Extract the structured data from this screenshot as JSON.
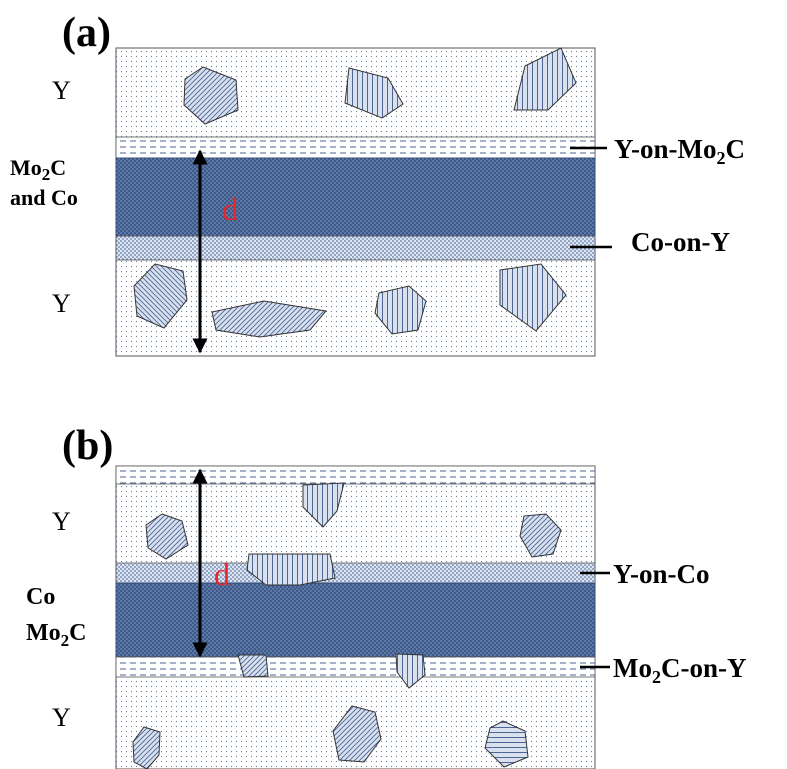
{
  "panel_a": {
    "label": "(a)",
    "y_top": "Y",
    "y_bottom": "Y",
    "mid_line1_main": "Mo",
    "mid_line1_sub": "2",
    "mid_line1_tail": "C",
    "mid_line2": "and Co",
    "d": "d",
    "callout_top_main": "Y-on-Mo",
    "callout_top_sub": "2",
    "callout_top_tail": "C",
    "callout_bottom": "Co-on-Y"
  },
  "panel_b": {
    "label": "(b)",
    "y_top": "Y",
    "y_bottom": "Y",
    "mid_line1": "Co",
    "mid_line2_main": "Mo",
    "mid_line2_sub": "2",
    "mid_line2_tail": "C",
    "d": "d",
    "callout_top": "Y-on-Co",
    "callout_bottom_main": "Mo",
    "callout_bottom_sub": "2",
    "callout_bottom_tail": "C-on-Y"
  },
  "colors": {
    "dark_layer": "#3d5a8c",
    "grain_fill": "#d9e1ef",
    "outline": "#333333",
    "d_label": "#e8262a"
  }
}
